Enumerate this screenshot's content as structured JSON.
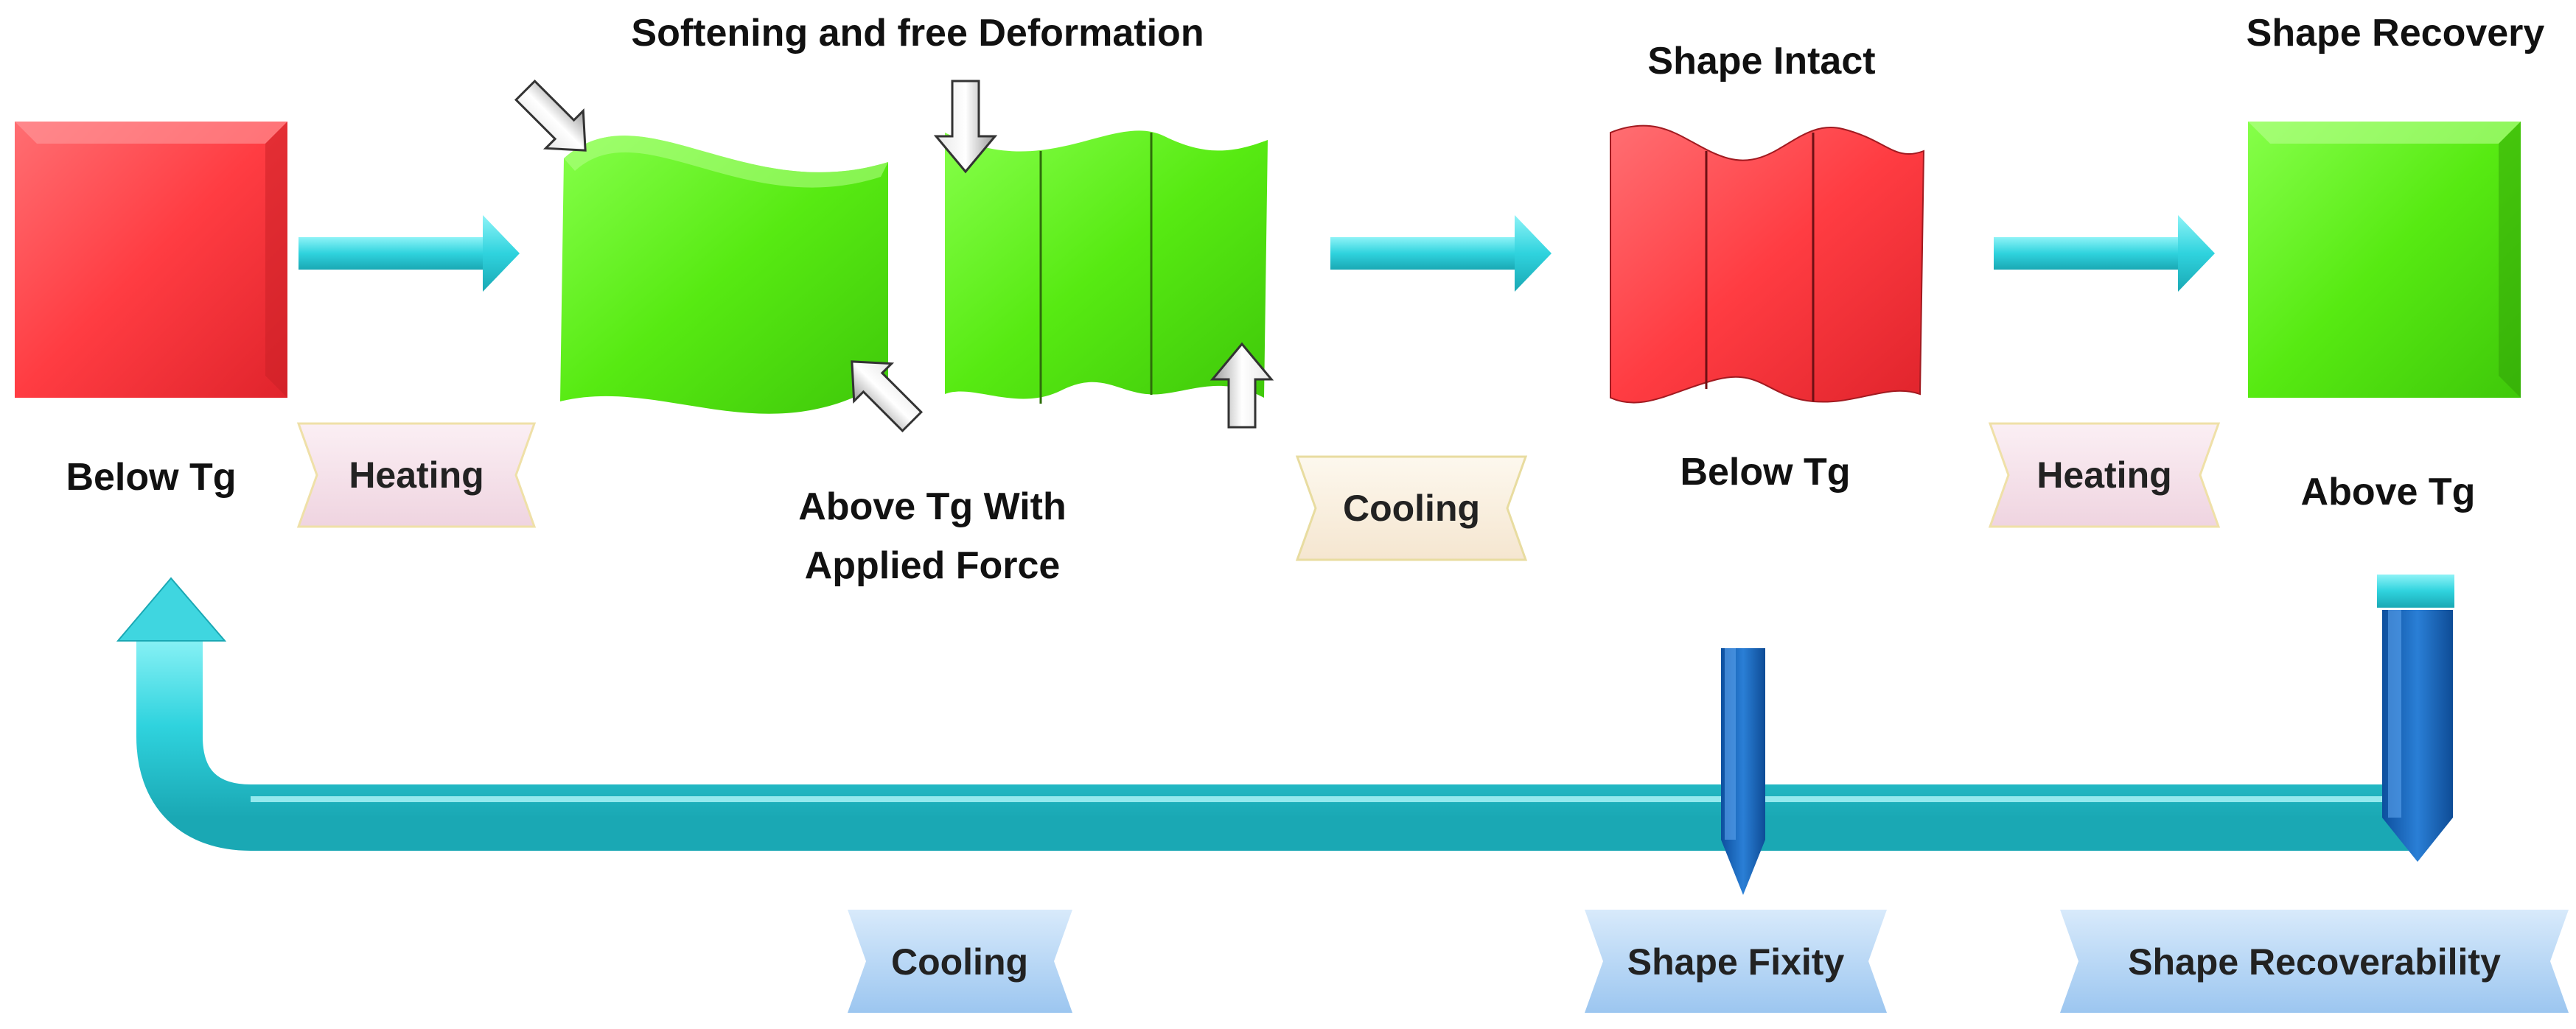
{
  "labels": {
    "below_tg_left": "Below Tg",
    "softening_title": "Softening and free Deformation",
    "above_tg_force_line1": "Above Tg With",
    "above_tg_force_line2": "Applied Force",
    "shape_intact": "Shape Intact",
    "below_tg_mid": "Below Tg",
    "shape_recovery": "Shape Recovery",
    "above_tg_right": "Above Tg"
  },
  "tags": {
    "heating_1": "Heating",
    "cooling_1": "Cooling",
    "heating_2": "Heating",
    "cooling_return": "Cooling",
    "shape_fixity": "Shape Fixity",
    "shape_recoverability": "Shape Recoverability"
  },
  "colors": {
    "glassy_red": "#ff4a4f",
    "rubbery_green": "#5ef01a",
    "arrow_cyan": "#3fd6e0",
    "pointer_blue": "#1a6cc8",
    "heating_tag": "#f6e6ee",
    "cooling_tag": "#fbf3e6",
    "return_tag": "#bcd9f7"
  }
}
